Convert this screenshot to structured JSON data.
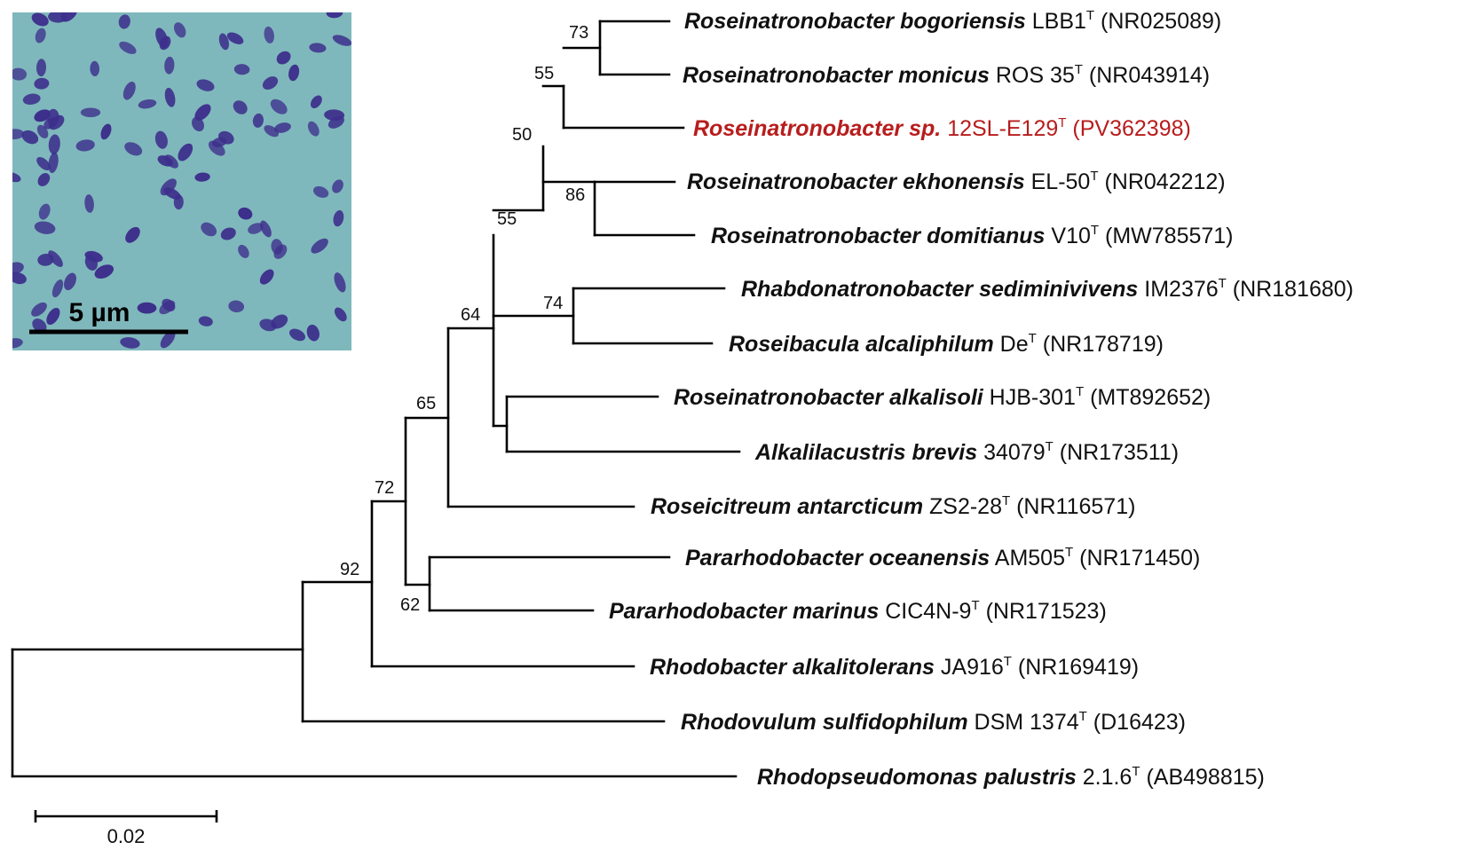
{
  "micrograph": {
    "scale_label": "5 µm",
    "background_color": "#7fb8bc",
    "cell_color": "#3d2f8c"
  },
  "scale_bar": {
    "label": "0.02"
  },
  "highlight_color": "#b81d1d",
  "taxa": [
    {
      "species": "Roseinatronobacter bogoriensis",
      "strain": "LBB1",
      "sup": "T",
      "accession": "(NR025089)"
    },
    {
      "species": "Roseinatronobacter monicus",
      "strain": "ROS 35",
      "sup": "T",
      "accession": "(NR043914)"
    },
    {
      "species": "Roseinatronobacter  sp.",
      "strain": "12SL-E129",
      "sup": "T",
      "accession": "(PV362398)"
    },
    {
      "species": "Roseinatronobacter ekhonensis",
      "strain": "EL-50",
      "sup": "T",
      "accession": "(NR042212)"
    },
    {
      "species": "Roseinatronobacter domitianus",
      "strain": "V10",
      "sup": "T",
      "accession": "(MW785571)"
    },
    {
      "species": "Rhabdonatronobacter sediminivivens",
      "strain": "IM2376",
      "sup": "T",
      "accession": "(NR181680)"
    },
    {
      "species": "Roseibacula alcaliphilum",
      "strain": "De",
      "sup": "T",
      "accession": "(NR178719)"
    },
    {
      "species": "Roseinatronobacter alkalisoli",
      "strain": "HJB-301",
      "sup": "T",
      "accession": "(MT892652)"
    },
    {
      "species": "Alkalilacustris brevis",
      "strain": "34079",
      "sup": "T",
      "accession": "(NR173511)"
    },
    {
      "species": "Roseicitreum antarcticum",
      "strain": "ZS2-28",
      "sup": "T",
      "accession": "(NR116571)"
    },
    {
      "species": "Pararhodobacter oceanensis",
      "strain": "AM505",
      "sup": "T",
      "accession": "(NR171450)"
    },
    {
      "species": "Pararhodobacter marinus",
      "strain": "CIC4N-9",
      "sup": "T",
      "accession": "(NR171523)"
    },
    {
      "species": "Rhodobacter alkalitolerans",
      "strain": "JA916",
      "sup": "T",
      "accession": "(NR169419)"
    },
    {
      "species": "Rhodovulum sulfidophilum",
      "strain": "DSM 1374",
      "sup": "T",
      "accession": "(D16423)"
    },
    {
      "species": "Rhodopseudomonas palustris",
      "strain": "2.1.6",
      "sup": "T",
      "accession": "(AB498815)"
    }
  ],
  "bootstrap": [
    "73",
    "55",
    "50",
    "86",
    "55",
    "74",
    "64",
    "65",
    "72",
    "62",
    "92"
  ]
}
